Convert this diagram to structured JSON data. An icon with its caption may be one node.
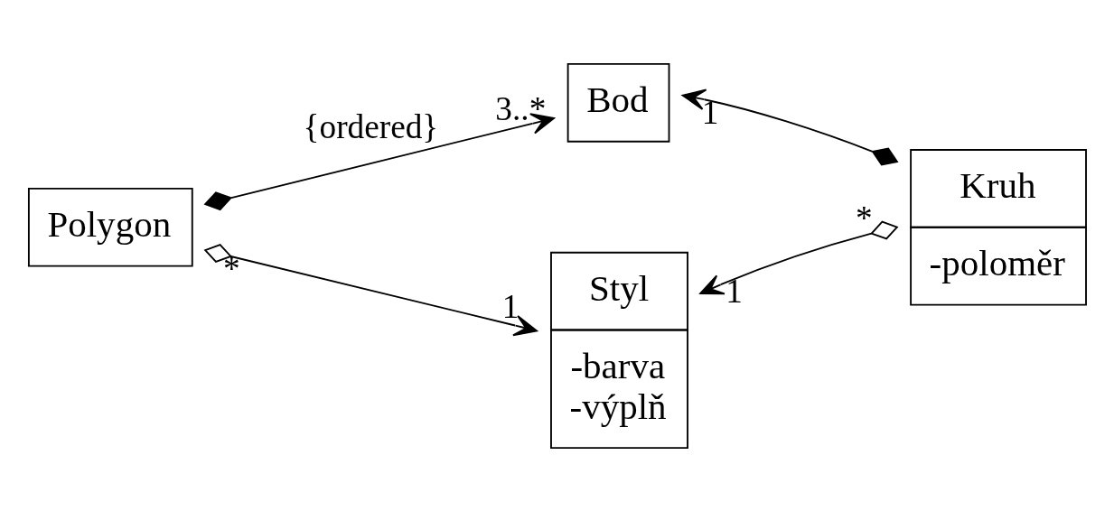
{
  "diagram": {
    "nodes": [
      {
        "text": [
          "Bod"
        ]
      },
      {
        "text": [
          "Polygon"
        ]
      },
      {
        "text": [
          "Kruh",
          "-poloměr"
        ]
      },
      {
        "text": [
          "Styl",
          "-barva",
          "-výplň"
        ]
      }
    ],
    "edges": [
      {
        "from": 1,
        "to": 0,
        "arrow": "to",
        "label": "{ordered}"
      },
      {
        "from": 2,
        "to": 0,
        "arrow": "to"
      },
      {
        "from": 1,
        "to": 3,
        "arrow": "to"
      },
      {
        "from": 2,
        "to": 3,
        "arrow": "to"
      }
    ],
    "labels": [
      "3..*",
      "1",
      "*",
      "*",
      "1",
      "1"
    ]
  }
}
